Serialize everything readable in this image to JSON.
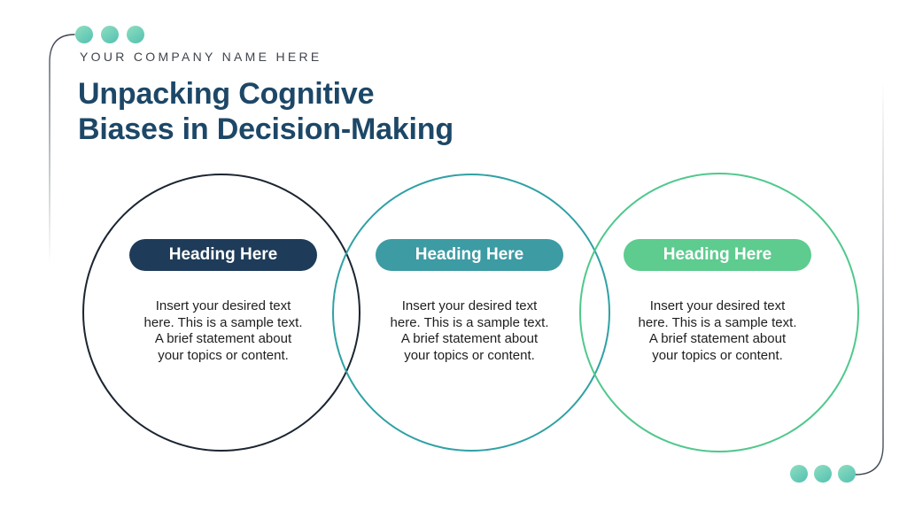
{
  "brand": {
    "company_name": "YOUR COMPANY NAME HERE",
    "dot_color_start": "#8fdec0",
    "dot_color_end": "#53c0b2",
    "corner_line_color": "#3a434e"
  },
  "title": {
    "line1": "Unpacking Cognitive",
    "line2": "Biases in Decision-Making",
    "color": "#1d4767"
  },
  "cards": [
    {
      "heading": "Heading Here",
      "badge_color": "#1e3c59",
      "circle_color": "#1b2531",
      "body_lines": [
        "Insert your desired text",
        "here. This is a sample text.",
        "A brief statement about",
        "your topics or content."
      ]
    },
    {
      "heading": "Heading Here",
      "badge_color": "#3d9ba4",
      "circle_color": "#2fa1a4",
      "body_lines": [
        "Insert your desired text",
        "here. This is a sample text.",
        "A brief statement about",
        "your topics or content."
      ]
    },
    {
      "heading": "Heading Here",
      "badge_color": "#5ecb8f",
      "circle_color": "#50c88c",
      "body_lines": [
        "Insert your desired text",
        "here. This is a sample text.",
        "A brief statement about",
        "your topics or content."
      ]
    }
  ]
}
